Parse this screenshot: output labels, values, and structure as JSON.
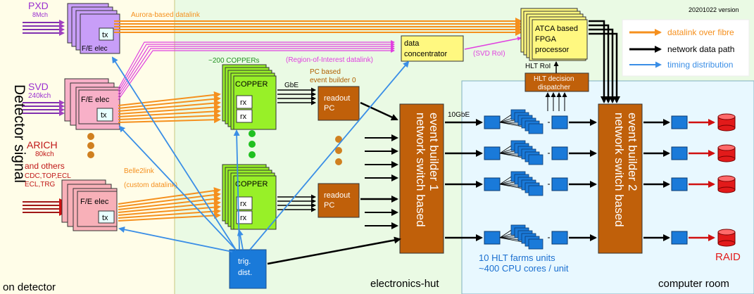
{
  "version": "20201022 version",
  "zones": {
    "detector": "on detector",
    "hut": "electronics-hut",
    "room": "computer room",
    "side_title": "Detector signal"
  },
  "detectors": {
    "pxd_name": "PXD",
    "pxd_ch": "8Mch",
    "svd_name": "SVD",
    "svd_ch": "240kch",
    "arich_name": "ARICH",
    "arich_ch": "80kch",
    "others_1": "and others",
    "others_2": "CDC,TOP,ECL",
    "others_3": "ECL,TRG"
  },
  "fe": {
    "label": "F/E elec",
    "tx": "tx"
  },
  "copper": {
    "label": "COPPER",
    "rx": "rx",
    "count": "~200 COPPERs"
  },
  "links": {
    "aurora": "Aurora-based datalink",
    "roi": "(Region-of-Interest datalink)",
    "svd_roi": "(SVD RoI)",
    "belle2link_1": "Belle2link",
    "belle2link_2": "(custom datalink)",
    "gbe": "GbE",
    "tengbe": "10GbE",
    "hlt_roi": "HLT RoI"
  },
  "boxes": {
    "data_conc_1": "data",
    "data_conc_2": "concentrator",
    "atca_1": "ATCA based",
    "atca_2": "FPGA",
    "atca_3": "processor",
    "hlt_dd_1": "HLT decision",
    "hlt_dd_2": "dispatcher",
    "pc_eb_1": "PC based",
    "pc_eb_2": "event builder 0",
    "readout_1": "readout",
    "readout_2": "PC",
    "nsw1_1": "network switch based",
    "nsw1_2": "event builder 1",
    "nsw2_1": "network switch based",
    "nsw2_2": "event builder 2",
    "trig_1": "trig.",
    "trig_2": "dist.",
    "hlt_farm_1": "10 HLT farms units",
    "hlt_farm_2": "~400 CPU cores / unit",
    "raid": "RAID"
  },
  "legend": [
    {
      "label": "datalink over fibre",
      "color": "#f5901e"
    },
    {
      "label": "network data path",
      "color": "#000000"
    },
    {
      "label": "timing distribution",
      "color": "#3a8ee6"
    }
  ],
  "colors": {
    "orange": "#f5901e",
    "magenta": "#e040e0",
    "blue": "#3a8ee6",
    "brown": "#c0600a",
    "cube": "#1a7ad9",
    "raid": "#e21a1a"
  }
}
